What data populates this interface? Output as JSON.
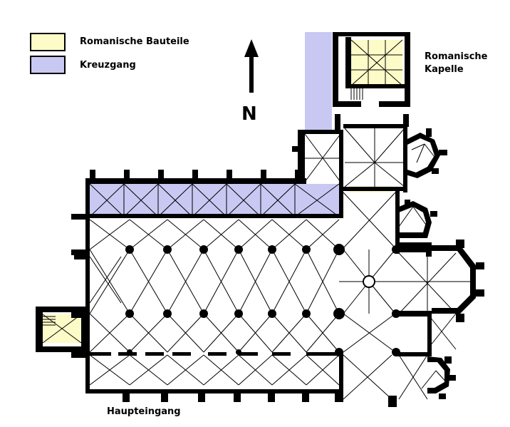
{
  "legend": {
    "items": [
      {
        "label": "Romanische Bauteile",
        "color": "#fdfbc8"
      },
      {
        "label": "Kreuzgang",
        "color": "#c8c8f3"
      }
    ]
  },
  "compass": {
    "letter": "N"
  },
  "labels": {
    "chapel_line1": "Romanische",
    "chapel_line2": "Kapelle",
    "entrance": "Haupteingang"
  },
  "colors": {
    "wall": "#000000",
    "romanesque": "#fdfbc8",
    "cloister": "#c8c8f3",
    "vault_lines": "#000000"
  }
}
